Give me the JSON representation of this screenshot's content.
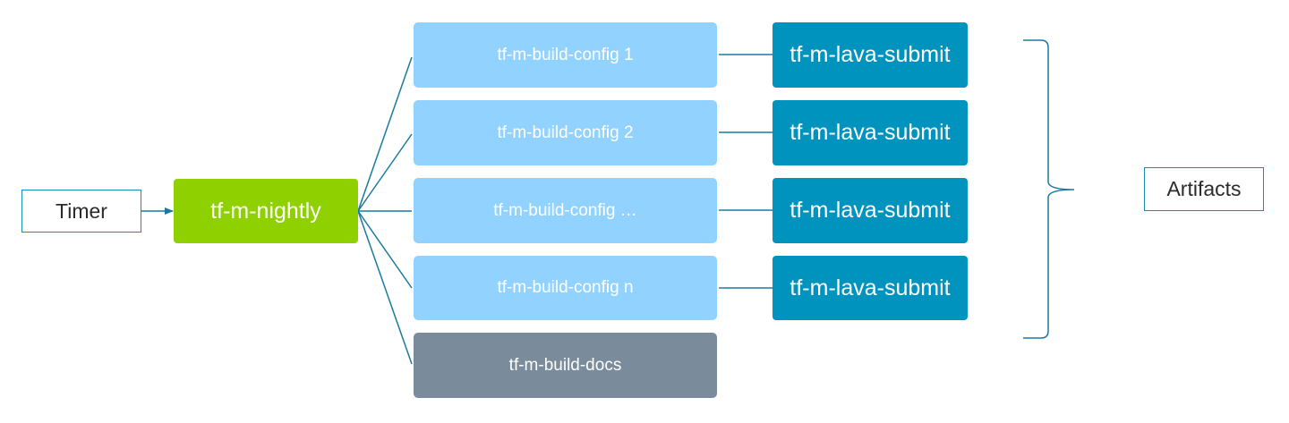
{
  "colors": {
    "connector": "#1a7a9e",
    "outline_border": "#1a8ab8",
    "nightly_fill": "#8fd000",
    "config_fill": "#92d2ff",
    "docs_fill": "#7a8b9c",
    "lava_fill": "#0093bd"
  },
  "nodes": {
    "timer": "Timer",
    "nightly": "tf-m-nightly",
    "configs": [
      "tf-m-build-config 1",
      "tf-m-build-config 2",
      "tf-m-build-config …",
      "tf-m-build-config n"
    ],
    "docs": "tf-m-build-docs",
    "lava_submits": [
      "tf-m-lava-submit",
      "tf-m-lava-submit",
      "tf-m-lava-submit",
      "tf-m-lava-submit"
    ],
    "artifacts": "Artifacts"
  }
}
